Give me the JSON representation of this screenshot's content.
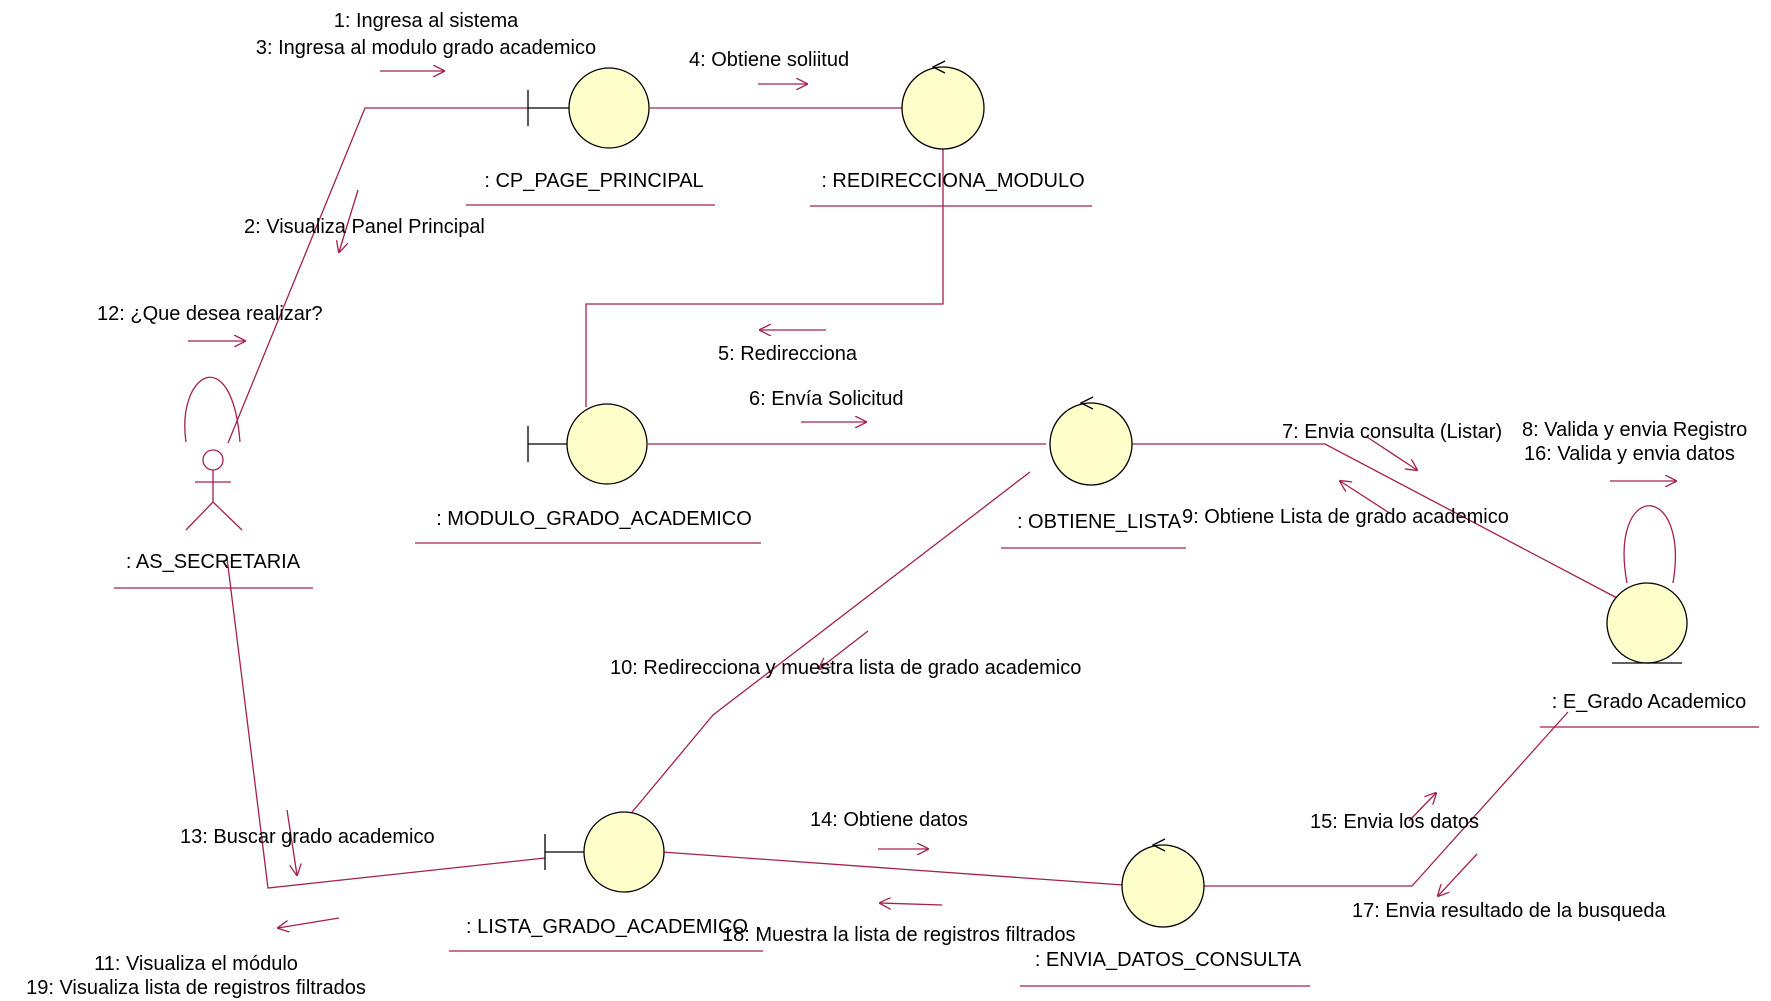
{
  "objects": {
    "cp_page_principal": ": CP_PAGE_PRINCIPAL",
    "redirecciona_modulo": ": REDIRECCIONA_MODULO",
    "modulo_grado_academico": ": MODULO_GRADO_ACADEMICO",
    "obtiene_lista": ": OBTIENE_LISTA",
    "e_grado_academico": ": E_Grado Academico",
    "lista_grado_academico": ": LISTA_GRADO_ACADEMICO",
    "envia_datos_consulta": ": ENVIA_DATOS_CONSULTA",
    "as_secretaria": ": AS_SECRETARIA"
  },
  "messages": {
    "m1": "1: Ingresa al sistema",
    "m3": "3: Ingresa al modulo grado academico",
    "m2": "2: Visualiza Panel Principal",
    "m4": "4: Obtiene soliitud",
    "m5": "5: Redirecciona",
    "m6": "6: Envía Solicitud",
    "m7": "7: Envia consulta (Listar)",
    "m8": "8: Valida y envia Registro",
    "m16": "16: Valida y envia datos",
    "m9": "9: Obtiene Lista de grado academico",
    "m10": "10: Redirecciona y muestra lista de grado academico",
    "m12": "12: ¿Que desea realizar?",
    "m13": "13: Buscar grado academico",
    "m11": "11: Visualiza el módulo",
    "m19": "19: Visualiza lista de registros filtrados",
    "m14": "14: Obtiene datos",
    "m18": "18: Muestra la lista de registros filtrados",
    "m15": "15: Envia los datos",
    "m17": "17: Envia resultado de la busqueda"
  }
}
